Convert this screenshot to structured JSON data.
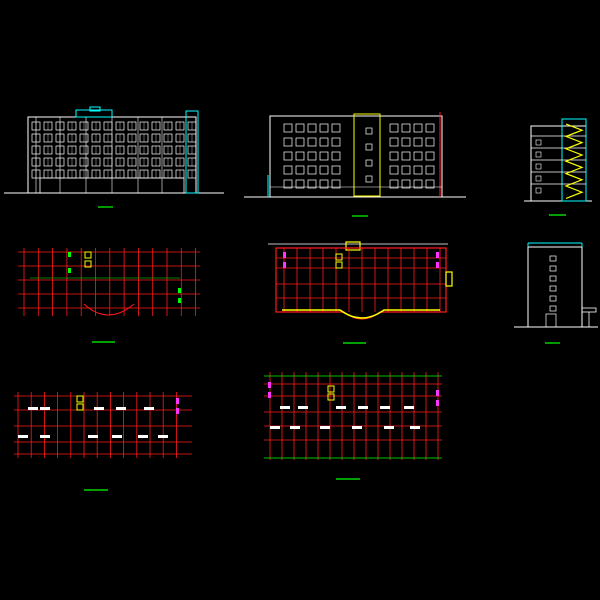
{
  "colors": {
    "background": "#000000",
    "outline": "#ffffff",
    "grid_red": "#ff1a1a",
    "accent_yellow": "#ffff00",
    "label_green": "#00ff00",
    "roof_cyan": "#00ffff",
    "marker_magenta": "#ff33ff"
  },
  "sheet": {
    "panels": [
      {
        "key": "front-elevation",
        "kind": "elevation"
      },
      {
        "key": "rear-elevation",
        "kind": "elevation"
      },
      {
        "key": "side-section",
        "kind": "section"
      },
      {
        "key": "ground-floor-plan",
        "kind": "plan"
      },
      {
        "key": "typical-floor-plan",
        "kind": "plan"
      },
      {
        "key": "side-elevation",
        "kind": "elevation"
      },
      {
        "key": "upper-floor-plan",
        "kind": "plan"
      },
      {
        "key": "roof-plan",
        "kind": "plan"
      }
    ]
  }
}
